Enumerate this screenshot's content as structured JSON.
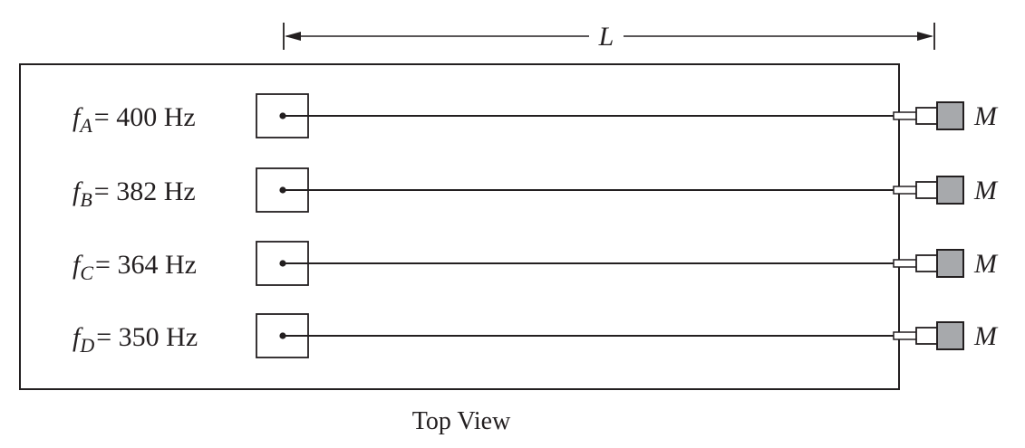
{
  "dimension": {
    "label": "L"
  },
  "strings": [
    {
      "symbol": "f",
      "subscript": "A",
      "equals": "=",
      "value": "400",
      "unit": "Hz",
      "mass_label": "M"
    },
    {
      "symbol": "f",
      "subscript": "B",
      "equals": "=",
      "value": "382",
      "unit": "Hz",
      "mass_label": "M"
    },
    {
      "symbol": "f",
      "subscript": "C",
      "equals": "=",
      "value": "364",
      "unit": "Hz",
      "mass_label": "M"
    },
    {
      "symbol": "f",
      "subscript": "D",
      "equals": "=",
      "value": "350",
      "unit": "Hz",
      "mass_label": "M"
    }
  ],
  "caption": "Top View",
  "colors": {
    "ink": "#231f20",
    "mass_fill": "#a7a9ac",
    "background": "#ffffff"
  }
}
